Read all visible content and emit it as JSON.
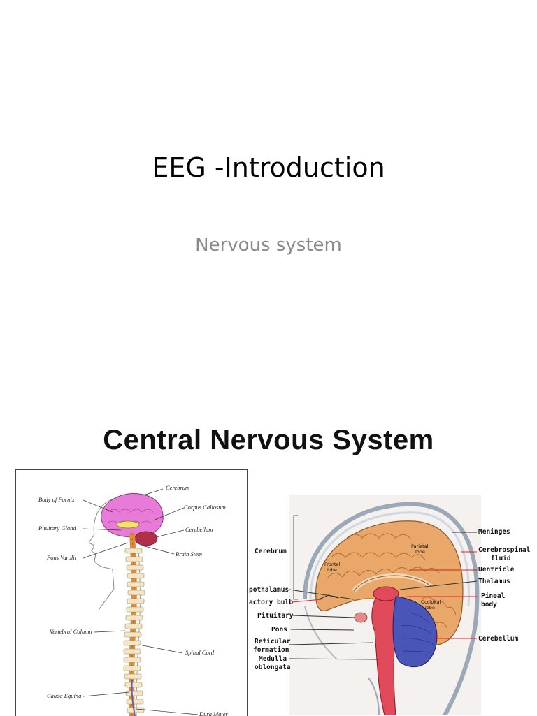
{
  "slide": {
    "title": "EEG -Introduction",
    "subtitle": "Nervous system"
  },
  "figure": {
    "heading": "Central Nervous System",
    "left_labels": {
      "cerebrum": "Cerebrum",
      "body_of_fornix": "Body of Fornix",
      "corpus_callosum": "Corpus Callosum",
      "pituitary_gland": "Pituitary Gland",
      "cerebellum": "Cerebellum",
      "brain_stem": "Brain Stem",
      "pons_varolii": "Pons Varolii",
      "vertebral_column": "Vertebral Column",
      "spinal_cord": "Spinal Cord",
      "cauda_equina": "Cauda Equina",
      "dura_mater": "Dura Mater"
    },
    "right_labels": {
      "meninges": "Meninges",
      "cerebrum": "Cerebrum",
      "cerebrospinal_1": "Cerebrospinal",
      "cerebrospinal_2": "fluid",
      "ventricle": "Uentricle",
      "thalamus": "Thalamus",
      "hypothalamus": "pothalamus",
      "olfactory_bulb": "actory bulb",
      "pineal_1": "Pineal",
      "pineal_2": "body",
      "pituitary": "Pituitary",
      "pons": "Pons",
      "reticular_1": "Reticular",
      "reticular_2": "formation",
      "cerebellum": "Cerebellum",
      "medulla_1": "Medulla",
      "medulla_2": "oblongata",
      "parietal_1": "Parietal",
      "parietal_2": "lobe",
      "frontal_1": "Frontal",
      "frontal_2": "lobe",
      "occipital_1": "Occipital",
      "occipital_2": "lobe"
    },
    "colors": {
      "brain_pink": "#e87ad8",
      "cerebellum_red": "#b0304a",
      "spine_orange": "#e08a3a",
      "brain_orange": "#e9a86a",
      "brainstem_red": "#e04a5a",
      "cerebellum_blue": "#4a55b8",
      "leader_red": "#e0202a"
    }
  }
}
